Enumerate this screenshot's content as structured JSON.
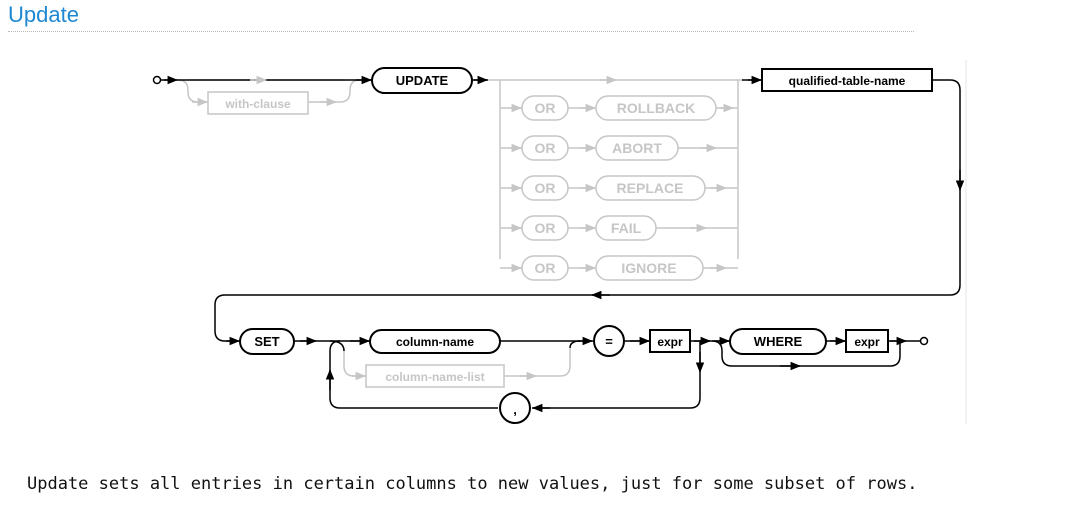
{
  "header": {
    "title": "Update"
  },
  "diagram": {
    "with_clause": "with-clause",
    "update": "UPDATE",
    "or": "OR",
    "conflict_actions": [
      "ROLLBACK",
      "ABORT",
      "REPLACE",
      "FAIL",
      "IGNORE"
    ],
    "qualified_table_name": "qualified-table-name",
    "set": "SET",
    "column_name": "column-name",
    "column_name_list": "column-name-list",
    "equals": "=",
    "expr": "expr",
    "comma": ",",
    "where": "WHERE",
    "colors": {
      "active": "#000000",
      "disabled": "#c6c6c6"
    }
  },
  "description": "Update sets all entries in certain columns to new values, just for some subset of rows."
}
